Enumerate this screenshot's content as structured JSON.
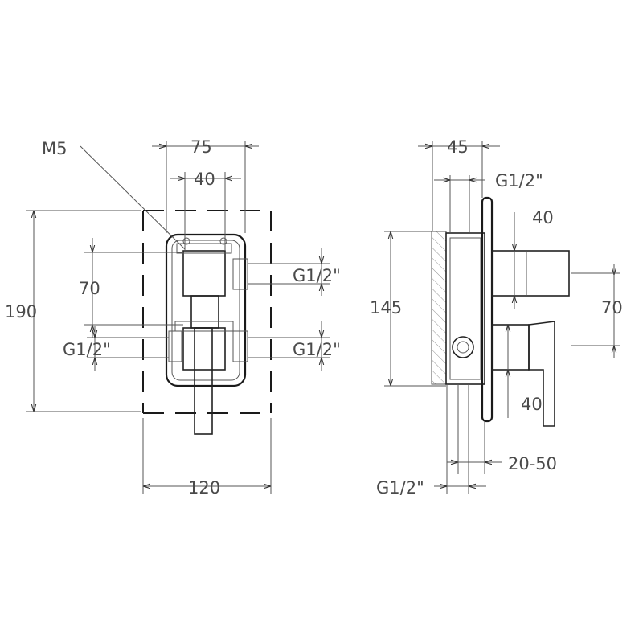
{
  "front_view": {
    "label_m5": "M5",
    "dim_width_total": "75",
    "dim_width_inner": "40",
    "dim_height_total": "190",
    "dim_height_inner": "70",
    "dim_thread_right_top": "G1/2\"",
    "dim_thread_right_bottom": "G1/2\"",
    "dim_thread_left": "G1/2\"",
    "dim_box_width": "120"
  },
  "side_view": {
    "dim_depth": "45",
    "dim_thread_top": "G1/2\"",
    "dim_knob_width": "40",
    "dim_height": "145",
    "dim_spacing": "70",
    "dim_lever": "40",
    "dim_adjust": "20-50",
    "dim_thread_bottom": "G1/2\""
  }
}
